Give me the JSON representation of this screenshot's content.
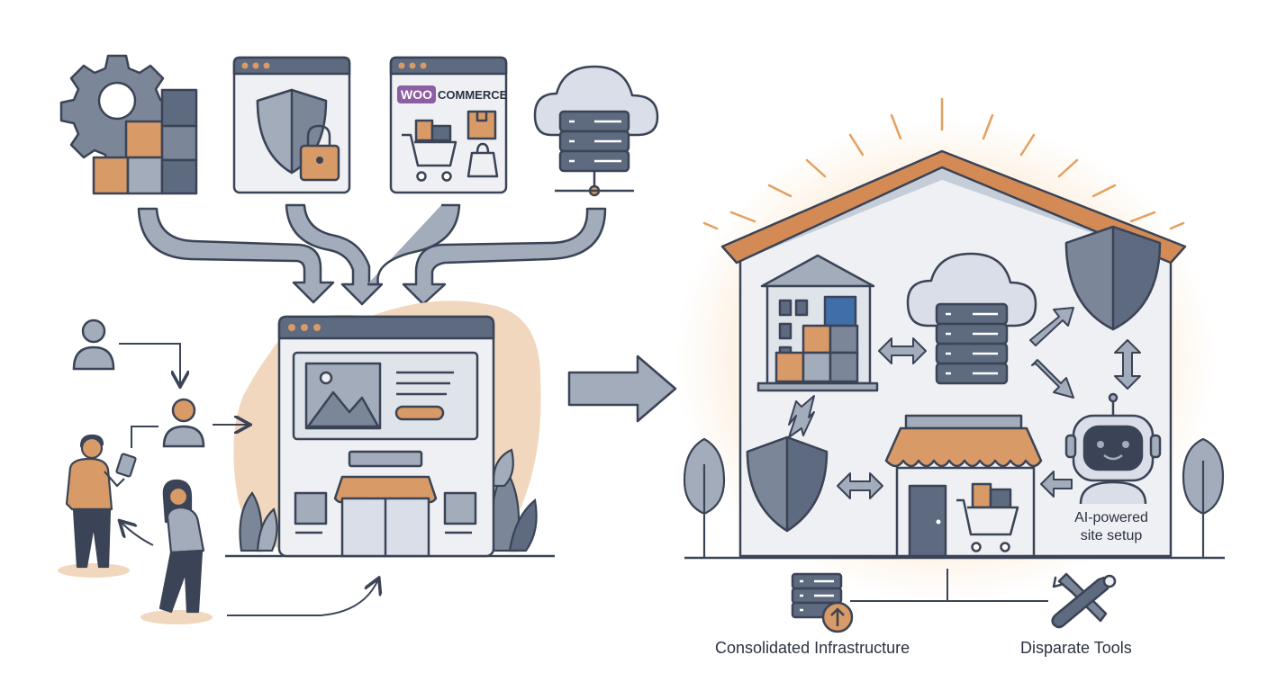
{
  "labels": {
    "woo_brand": "WOO",
    "woo_commerce": "COMMERCE",
    "ai_line1": "AI-powered",
    "ai_line2": "site setup",
    "consolidated": "Consolidated Infrastructure",
    "disparate": "Disparate Tools"
  },
  "colors": {
    "ink": "#3b4456",
    "slate": "#5e6a80",
    "slate_light": "#a3acbb",
    "panel": "#eceef2",
    "orange": "#d89a66",
    "peach": "#f1d7bd",
    "roof": "#d48a55",
    "blue": "#3f6ea8",
    "purple": "#8e5ea2"
  },
  "icons": {
    "top_left": "gear-puzzle-icon",
    "top_2": "shield-lock-window-icon",
    "top_3": "woocommerce-window-icon",
    "top_4": "cloud-server-icon",
    "center": "website-storefront-icon",
    "house": "unified-house-icon",
    "house_building": "building-puzzle-icon",
    "house_cloud": "cloud-server-icon",
    "house_shield_top": "shield-icon",
    "house_shield_left": "shield-icon",
    "house_store": "storefront-icon",
    "house_robot": "robot-icon",
    "bottom_server": "server-upload-icon",
    "bottom_tools": "wrench-screwdriver-icon"
  }
}
